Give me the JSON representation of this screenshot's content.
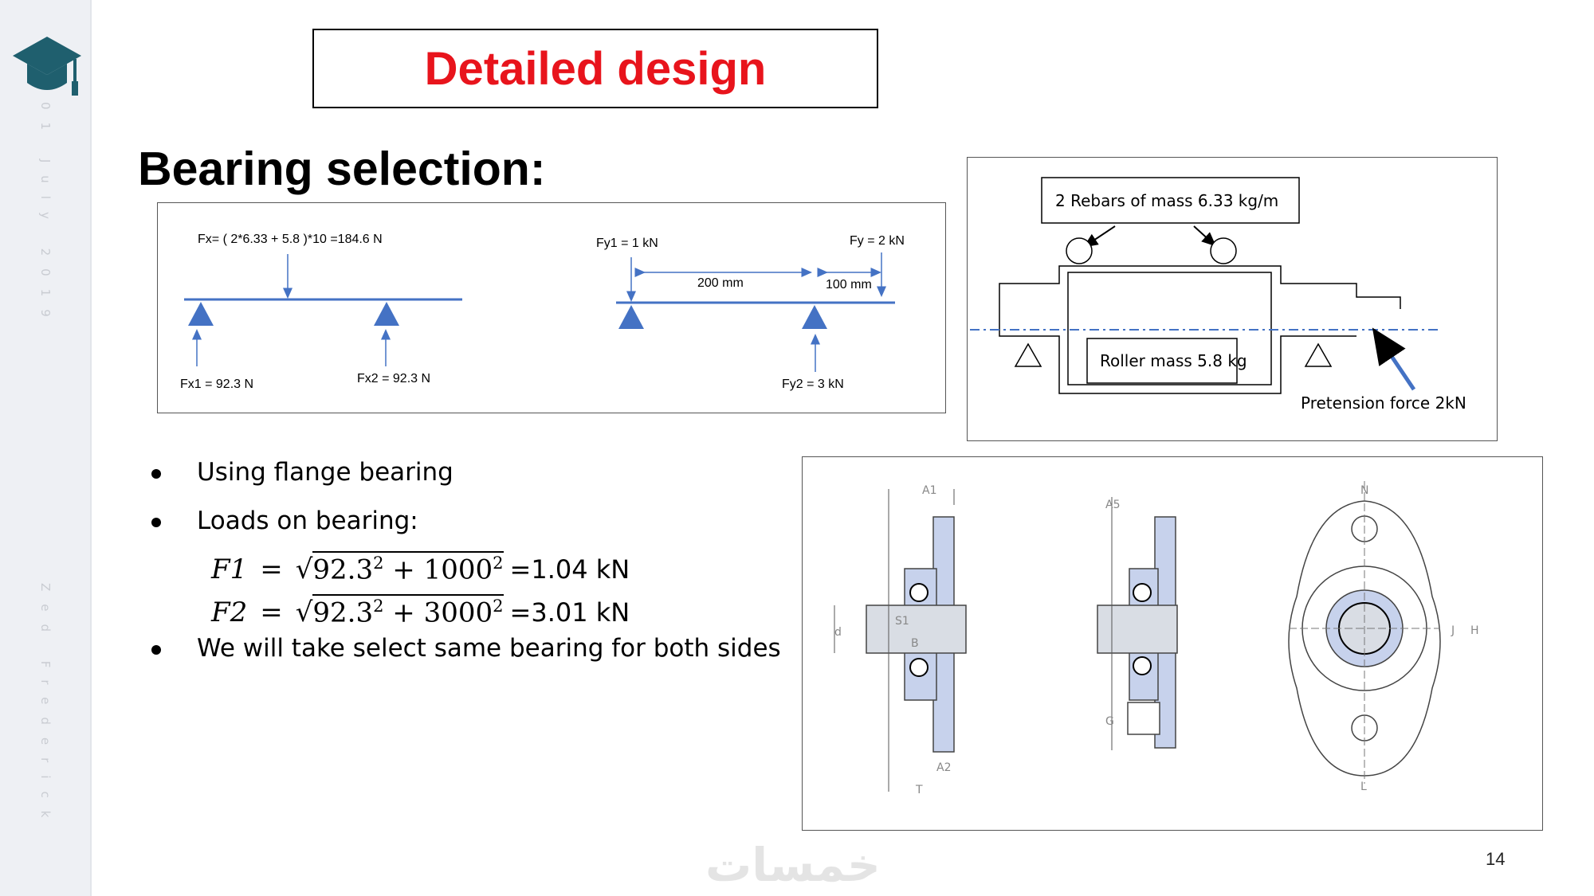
{
  "slide": {
    "title": "Detailed design",
    "heading": "Bearing selection:",
    "sidebar_date": "01 July 2019",
    "sidebar_author": "Zed Frederick",
    "page_number": "14",
    "watermark": "خمسات",
    "colors": {
      "title_red": "#e8141c",
      "diagram_blue": "#4472c4",
      "logo_teal": "#1f5f6e",
      "bearing_fill": "#c7d2ec"
    }
  },
  "x_diagram": {
    "load_label": "Fx= ( 2*6.33 + 5.8 )*10 =184.6 N",
    "left_reaction": "Fx1 = 92.3 N",
    "right_reaction": "Fx2 = 92.3 N"
  },
  "y_diagram": {
    "fy1": "Fy1 = 1 kN",
    "fy": "Fy = 2 kN",
    "fy2": "Fy2 = 3 kN",
    "span_label": "200 mm",
    "overhang_label": "100 mm"
  },
  "roller_diagram": {
    "rebars_label": "2 Rebars of mass 6.33 kg/m",
    "roller_label": "Roller mass 5.8 kg",
    "pretension_label": "Pretension force 2kN"
  },
  "bullets": [
    {
      "text": "Using flange bearing"
    },
    {
      "text": "Loads on bearing:"
    },
    {
      "text": "We will take select same bearing for both sides"
    }
  ],
  "equations": [
    {
      "lhs": "F1",
      "equals": "=",
      "base1": "92.3",
      "exp": "2",
      "plus": "+",
      "base2": "1000",
      "result": "=1.04 kN"
    },
    {
      "lhs": "F2",
      "equals": "=",
      "base1": "92.3",
      "exp": "2",
      "plus": "+",
      "base2": "3000",
      "result": "=3.01 kN"
    }
  ],
  "bearing_drawing": {
    "dims": {
      "a1": "A1",
      "a5": "A5",
      "n": "N",
      "s1": "S1",
      "b": "B",
      "d": "d",
      "a2": "A2",
      "t": "T",
      "g": "G",
      "j": "J",
      "h": "H",
      "l": "L"
    }
  }
}
